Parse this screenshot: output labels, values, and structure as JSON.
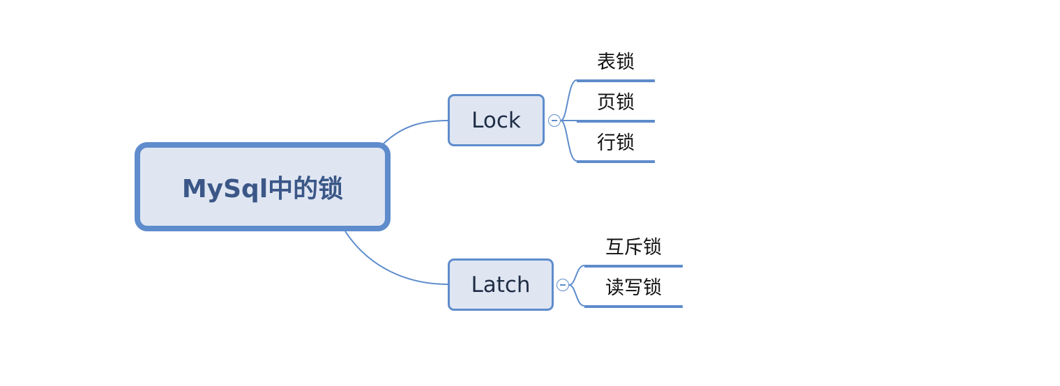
{
  "mindmap": {
    "root": {
      "label": "MySql中的锁"
    },
    "branches": [
      {
        "label": "Lock",
        "children": [
          "表锁",
          "页锁",
          "行锁"
        ]
      },
      {
        "label": "Latch",
        "children": [
          "互斥锁",
          "读写锁"
        ]
      }
    ]
  },
  "colors": {
    "node_fill": "#dfe6f2",
    "node_border": "#5e8ccc",
    "connector": "#5e8ccc",
    "root_text": "#3b5787"
  },
  "icons": {
    "collapse_toggle": "minus-circle-icon"
  }
}
